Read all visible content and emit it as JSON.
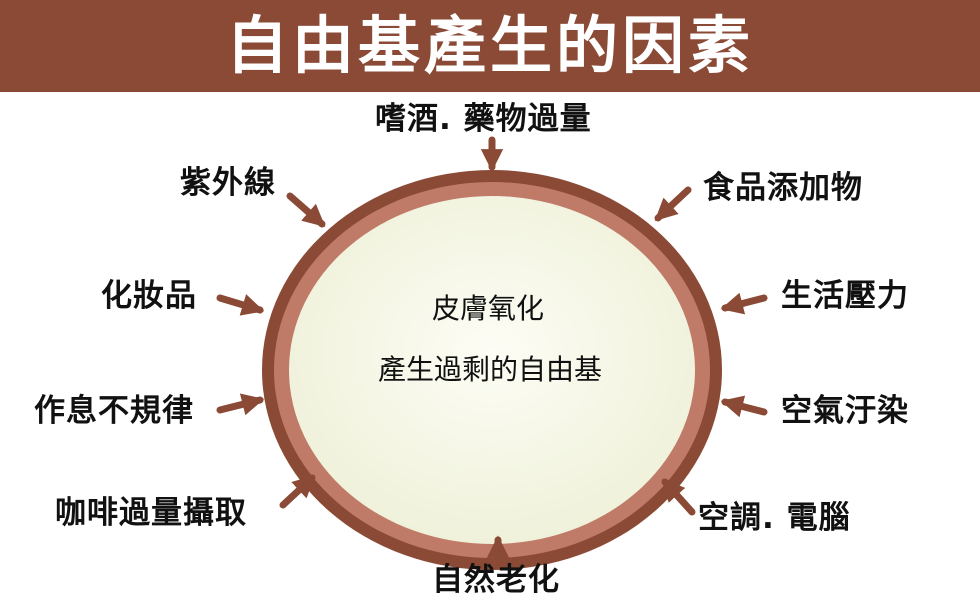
{
  "title": "自由基產生的因素",
  "center": {
    "line1": "皮膚氧化",
    "line2": "產生過剩的自由基"
  },
  "factors": {
    "top": "嗜酒. 藥物過量",
    "food": "食品添加物",
    "stress": "生活壓力",
    "air": "空氣汙染",
    "ac": "空調. 電腦",
    "aging": "自然老化",
    "coffee": "咖啡過量攝取",
    "sleep": "作息不規律",
    "cosmetics": "化妝品",
    "uv": "紫外線"
  },
  "colors": {
    "banner": "#8b4a35",
    "outer_ring": "#8b4a35",
    "inner_ring": "#c07a68",
    "center_fill": "#f6f7e7",
    "arrow": "#8b4a35"
  }
}
